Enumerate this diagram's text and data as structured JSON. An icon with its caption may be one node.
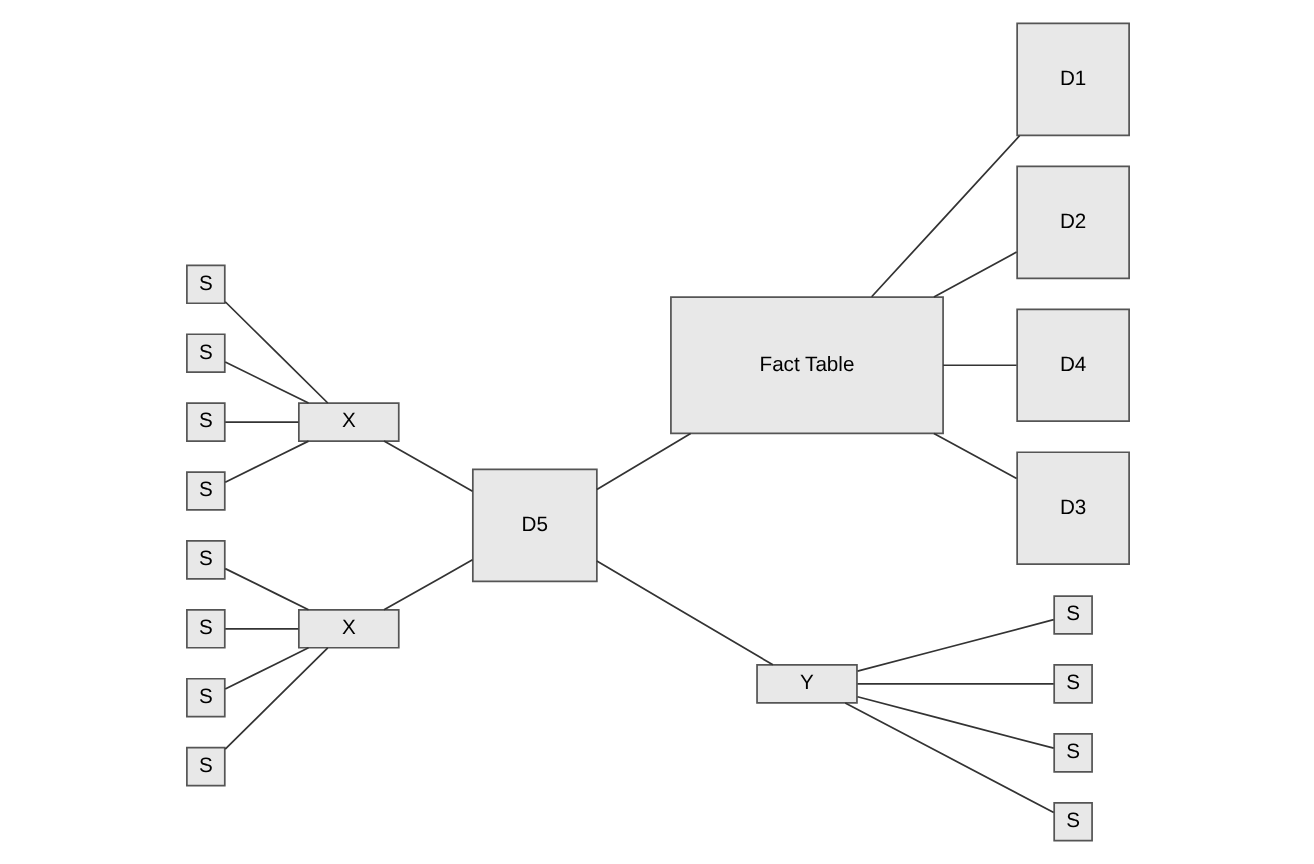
{
  "diagram": {
    "nodes": [
      {
        "text": [
          "S"
        ]
      },
      {
        "text": [
          "S"
        ]
      },
      {
        "text": [
          "S"
        ]
      },
      {
        "text": [
          "S"
        ]
      },
      {
        "text": [
          "X"
        ]
      },
      {
        "text": [
          "D1"
        ]
      },
      {
        "text": [
          "S"
        ]
      },
      {
        "text": [
          "S"
        ]
      },
      {
        "text": [
          "S"
        ]
      },
      {
        "text": [
          "S"
        ]
      },
      {
        "text": [
          "X"
        ]
      },
      {
        "text": [
          "D5"
        ]
      },
      {
        "text": [
          "Fact Table"
        ]
      },
      {
        "text": [
          "D2"
        ]
      },
      {
        "text": [
          "Y"
        ]
      },
      {
        "text": [
          "D4"
        ]
      },
      {
        "text": [
          "D3"
        ]
      },
      {
        "text": [
          "S"
        ]
      },
      {
        "text": [
          "S"
        ]
      },
      {
        "text": [
          "S"
        ]
      },
      {
        "text": [
          "S"
        ]
      }
    ],
    "edges": [
      {
        "from": 0,
        "to": 4,
        "arrow": "none"
      },
      {
        "from": 1,
        "to": 4,
        "arrow": "none"
      },
      {
        "from": 2,
        "to": 4,
        "arrow": "none"
      },
      {
        "from": 3,
        "to": 4,
        "arrow": "none"
      },
      {
        "from": 6,
        "to": 10,
        "arrow": "none"
      },
      {
        "from": 7,
        "to": 10,
        "arrow": "none"
      },
      {
        "from": 8,
        "to": 10,
        "arrow": "none"
      },
      {
        "from": 9,
        "to": 10,
        "arrow": "none"
      },
      {
        "from": 4,
        "to": 11,
        "arrow": "none"
      },
      {
        "from": 10,
        "to": 11,
        "arrow": "none"
      },
      {
        "from": 11,
        "to": 12,
        "arrow": "none"
      },
      {
        "from": 12,
        "to": 5,
        "arrow": "none"
      },
      {
        "from": 12,
        "to": 13,
        "arrow": "none"
      },
      {
        "from": 12,
        "to": 15,
        "arrow": "none"
      },
      {
        "from": 12,
        "to": 16,
        "arrow": "none"
      },
      {
        "from": 11,
        "to": 14,
        "arrow": "none"
      },
      {
        "from": 14,
        "to": 17,
        "arrow": "none"
      },
      {
        "from": 14,
        "to": 18,
        "arrow": "none"
      },
      {
        "from": 14,
        "to": 19,
        "arrow": "none"
      },
      {
        "from": 14,
        "to": 20,
        "arrow": "none"
      }
    ]
  }
}
